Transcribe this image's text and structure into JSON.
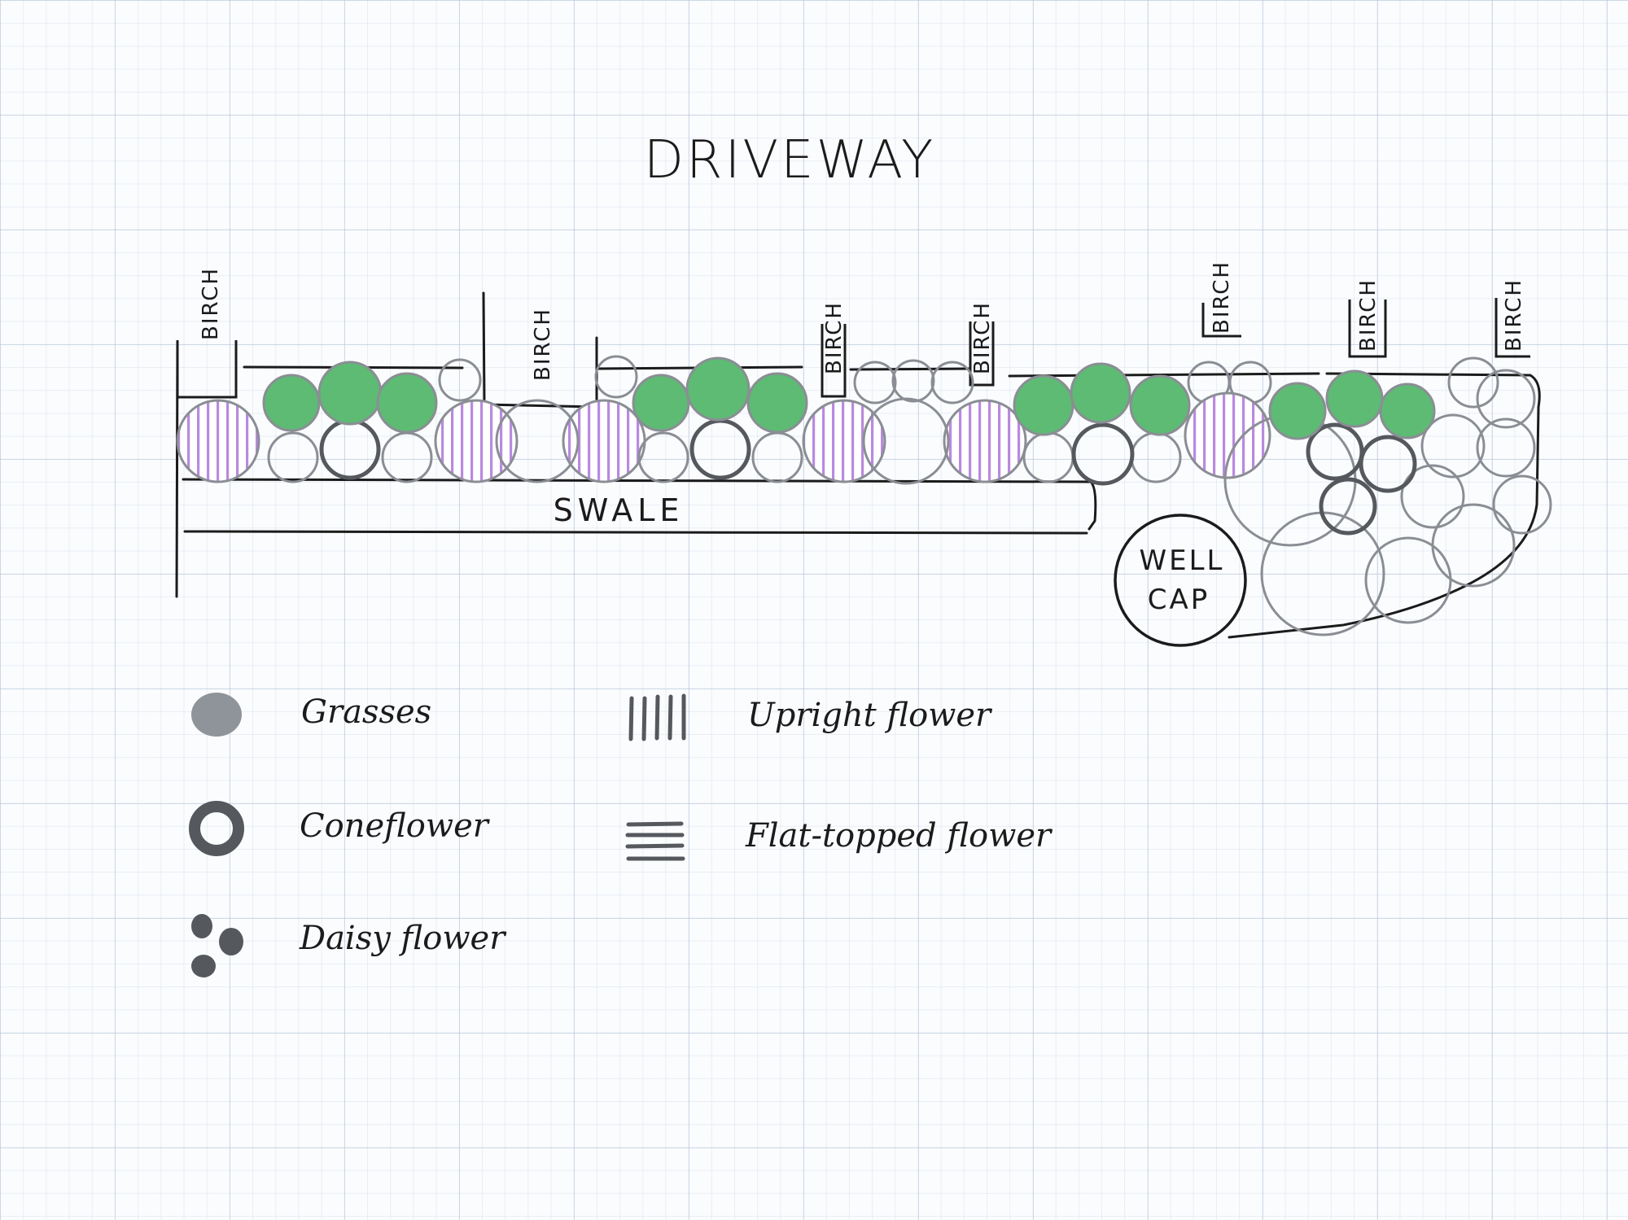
{
  "diagram": {
    "title": "DRIVEWAY",
    "swale_label": "SWALE",
    "well_cap_label": [
      "WELL",
      "CAP"
    ],
    "tree_labels": [
      "BIRCH",
      "BIRCH",
      "BIRCH",
      "BIRCH",
      "BIRCH",
      "BIRCH",
      "BIRCH"
    ]
  },
  "legend": {
    "grasses": "Grasses",
    "coneflower": "Coneflower",
    "daisy": "Daisy flower",
    "upright": "Upright flower",
    "flat_topped": "Flat-topped flower"
  },
  "colors": {
    "grass_green": "#5dbb74",
    "upright_purple": "#b98ae0",
    "ink": "#1b1b1b",
    "outline_gray": "#8a8e94",
    "dark_gray": "#55585d"
  }
}
